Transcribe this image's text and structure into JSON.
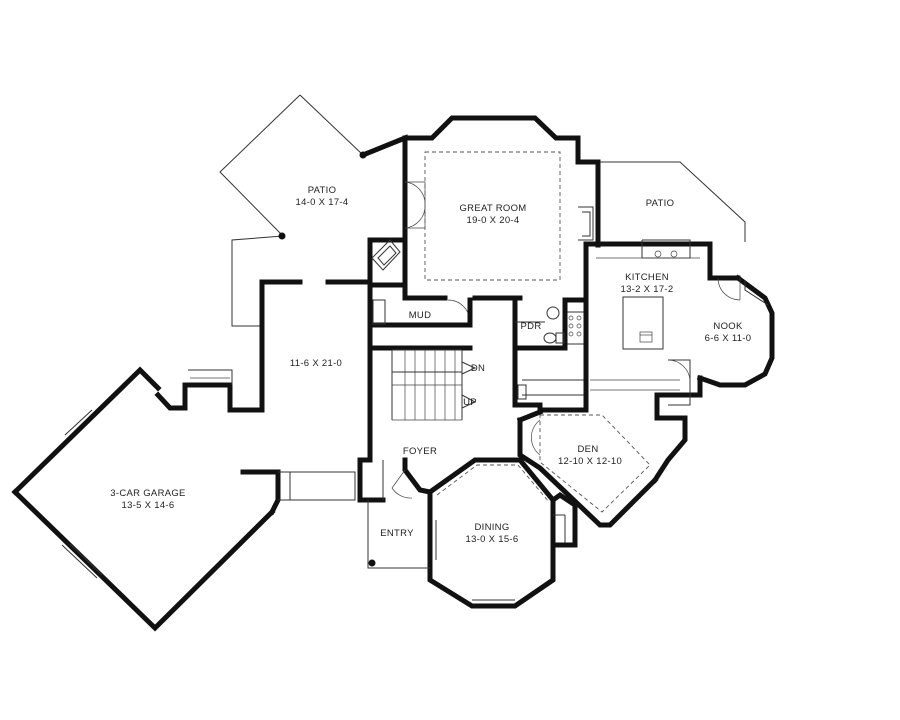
{
  "plan": {
    "rooms": {
      "patio_left": {
        "name": "PATIO",
        "dims": "14-0 X 17-4"
      },
      "great_room": {
        "name": "GREAT ROOM",
        "dims": "19-0 X 20-4"
      },
      "patio_right": {
        "name": "PATIO"
      },
      "kitchen": {
        "name": "KITCHEN",
        "dims": "13-2 X 17-2"
      },
      "nook": {
        "name": "NOOK",
        "dims": "6-6 X 11-0"
      },
      "mud": {
        "name": "MUD"
      },
      "pdr": {
        "name": "PDR"
      },
      "bonus": {
        "dims": "11-6 X 21-0"
      },
      "foyer": {
        "name": "FOYER"
      },
      "den": {
        "name": "DEN",
        "dims": "12-10 X 12-10"
      },
      "garage": {
        "name": "3-CAR GARAGE",
        "dims": "13-5 X 14-6"
      },
      "entry": {
        "name": "ENTRY"
      },
      "dining": {
        "name": "DINING",
        "dims": "13-0 X 15-6"
      }
    },
    "stair": {
      "down": "DN",
      "up": "UP"
    }
  }
}
